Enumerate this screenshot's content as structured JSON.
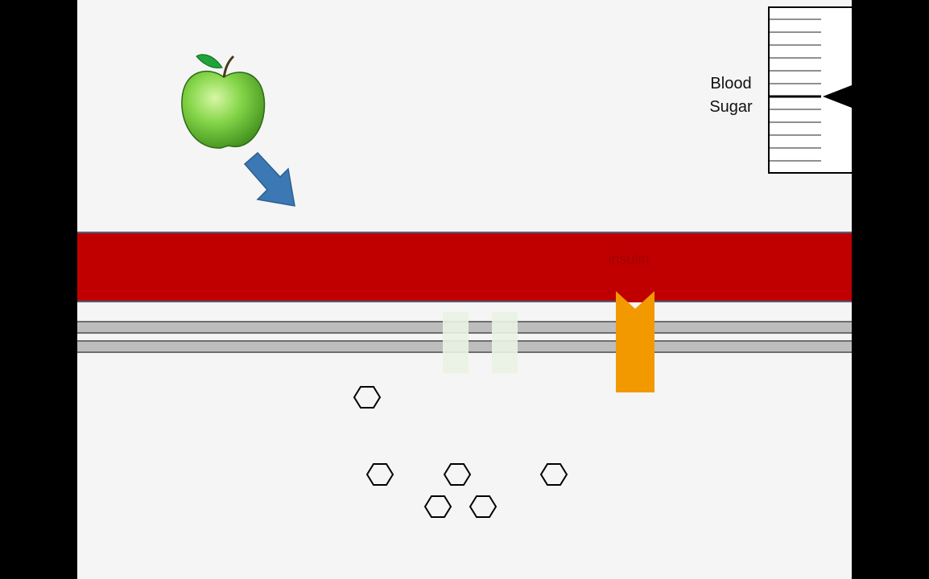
{
  "gauge": {
    "label_line1": "Blood",
    "label_line2": "Sugar",
    "level": 0.5
  },
  "vessel": {
    "label": "insulin"
  },
  "icons": {
    "food": "apple-icon",
    "flow": "arrow-down-right-icon",
    "molecule": "glucose-hexagon-icon",
    "pointer": "gauge-pointer-icon"
  },
  "colors": {
    "blood": "#c00000",
    "receptor": "#f29900",
    "arrow": "#3b78b4",
    "membrane": "#bdbdbd",
    "apple": "#7fd04a"
  }
}
